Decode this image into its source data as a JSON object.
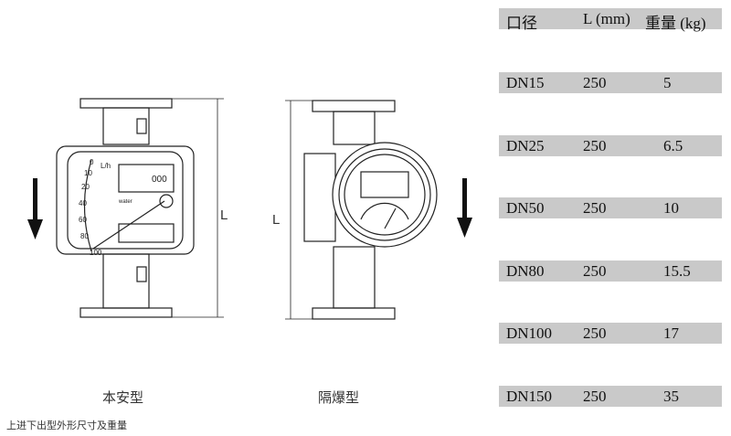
{
  "table": {
    "headers": [
      "口径",
      "L (mm)",
      "重量  (kg)"
    ],
    "rows": [
      [
        "DN15",
        "250",
        "5"
      ],
      [
        "DN25",
        "250",
        "6.5"
      ],
      [
        "DN50",
        "250",
        "10"
      ],
      [
        "DN80",
        "250",
        "15.5"
      ],
      [
        "DN100",
        "250",
        "17"
      ],
      [
        "DN150",
        "250",
        "35"
      ]
    ]
  },
  "drawings": {
    "left_label": "本安型",
    "right_label": "隔爆型",
    "dimension_label": "L",
    "scale_unit": "L/h",
    "scale_ticks": [
      "0",
      "10",
      "20",
      "40",
      "60",
      "80",
      "100"
    ],
    "display_reading": "000",
    "medium": "water"
  },
  "caption": "上进下出型外形尺寸及重量",
  "colors": {
    "table_bar": "#c9c9c9"
  }
}
